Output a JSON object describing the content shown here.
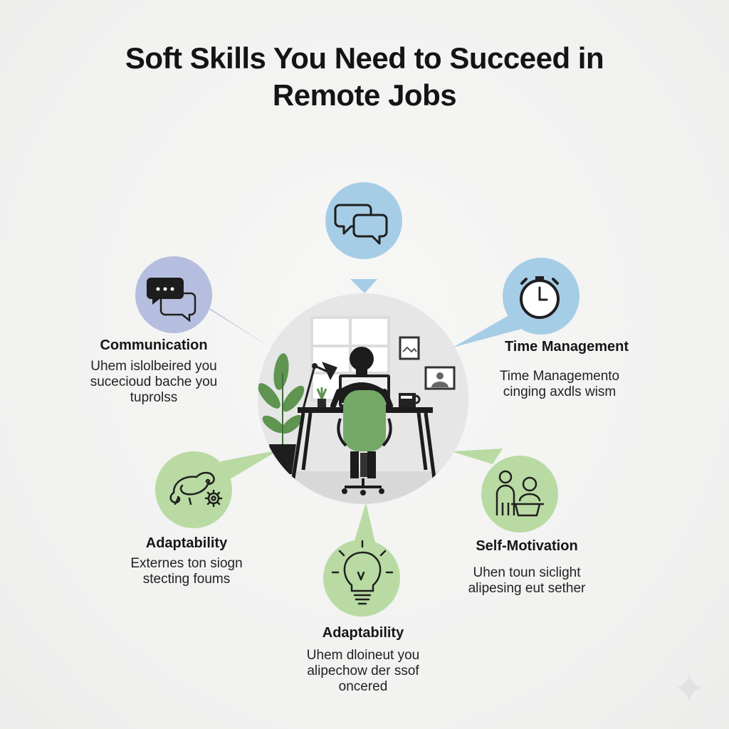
{
  "title": {
    "line1": "Soft Skills You Need to Succeed in",
    "line2": "Remote Jobs"
  },
  "colors": {
    "blue": "#a6cde6",
    "purple": "#b6bedf",
    "green": "#b9dba3",
    "icon_stroke": "#1f1f1f"
  },
  "skills": {
    "communication": {
      "label": "Communication",
      "desc": [
        "Uhem islolbeired you",
        "sucecioud bache you",
        "tuprolss"
      ],
      "icon": "chat-bubbles-icon"
    },
    "time_management": {
      "label": "Time Management",
      "desc": [
        "Time Managemento",
        "cinging axdls wism"
      ],
      "icon": "stopwatch-icon"
    },
    "adaptability_left": {
      "label": "Adaptability",
      "desc": [
        "Externes ton siogn",
        "stecting foums"
      ],
      "icon": "chameleon-gear-icon"
    },
    "self_motivation": {
      "label": "Self-Motivation",
      "desc": [
        "Uhen toun siclight",
        "alipesing eut sether"
      ],
      "icon": "people-desk-icon"
    },
    "adaptability_bottom": {
      "label": "Adaptability",
      "desc": [
        "Uhem dloineut you",
        "alipechow der ssof",
        "oncered"
      ],
      "icon": "lightbulb-icon"
    },
    "top": {
      "icon": "speech-bubbles-icon"
    }
  }
}
